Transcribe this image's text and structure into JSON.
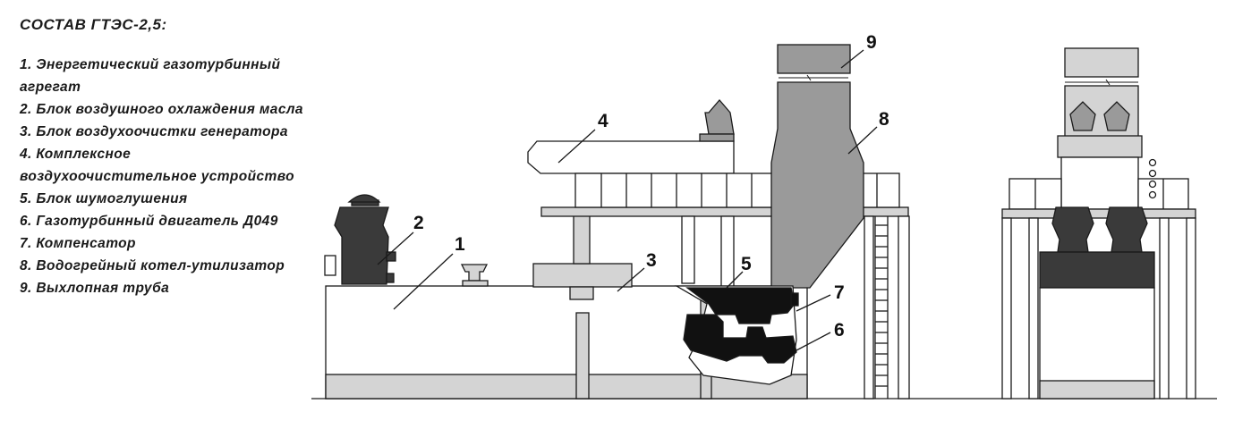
{
  "legend": {
    "title": "СОСТАВ ГТЭС-2,5:",
    "items": [
      "1. Энергетический газотурбинный агрегат",
      "2. Блок воздушного охлаждения масла",
      "3. Блок воздухоочистки генератора",
      "4. Комплексное воздухоочистительное устройство",
      "5. Блок шумоглушения",
      "6. Газотурбинный двигатель Д049",
      "7. Компенсатор",
      "8. Водогрейный котел-утилизатор",
      "9. Выхлопная труба"
    ]
  },
  "callouts": [
    "1",
    "2",
    "3",
    "4",
    "5",
    "6",
    "7",
    "8",
    "9"
  ],
  "colors": {
    "outline": "#1a1a1a",
    "light_gray": "#d4d4d4",
    "mid_gray": "#9a9a9a",
    "dark": "#111111",
    "dark_block": "#3a3a3a",
    "background": "#ffffff"
  }
}
